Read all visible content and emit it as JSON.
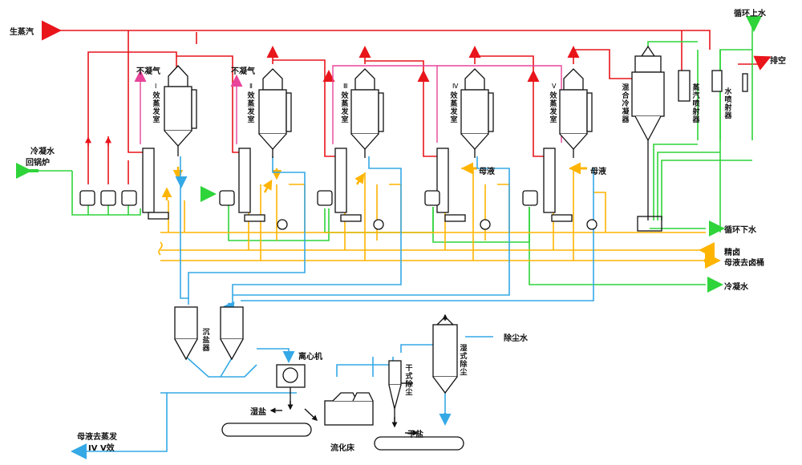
{
  "colors": {
    "steam": "#e8151b",
    "vapor": "#e8449a",
    "cooling_water": "#2fd43a",
    "brine": "#ffb400",
    "liquor": "#35a8e6",
    "equipment": "#111111"
  },
  "labels": {
    "live_steam": "生蒸汽",
    "condensate_return": "冷凝水",
    "condensate_return_2": "回锅炉",
    "noncondensable_1": "不凝气",
    "noncondensable_2": "不凝气",
    "effect_1": "Ⅰ",
    "effect_1_name": "效蒸发室",
    "effect_2": "Ⅱ",
    "effect_2_name": "效蒸发室",
    "effect_3": "Ⅲ",
    "effect_3_name": "效蒸发室",
    "effect_4": "Ⅳ",
    "effect_4_name": "效蒸发室",
    "effect_5": "Ⅴ",
    "effect_5_name": "效蒸发室",
    "mother_liquor_1": "母液",
    "mother_liquor_2": "母液",
    "mixing_condenser": "混合冷凝器",
    "steam_ejector": "蒸汽喷射器",
    "water_jet_pump": "水喷射器",
    "circ_water_in": "循环上水",
    "vent": "排空",
    "circ_water_out": "循环下水",
    "refined_brine": "精卤",
    "mother_liquor_to_tank": "母液去卤桶",
    "cold_water": "冷凝水",
    "thickener": "沉盐器",
    "centrifuge": "离心机",
    "wet_salt": "湿盐",
    "fluid_bed_dryer": "流化床",
    "cyclone": "干式除尘",
    "dry_salt": "干盐",
    "wet_scrubber": "湿式除尘",
    "dust_water": "除尘水",
    "mother_liquor_out_1": "母液去蒸发",
    "mother_liquor_out_2": "IV V效"
  }
}
